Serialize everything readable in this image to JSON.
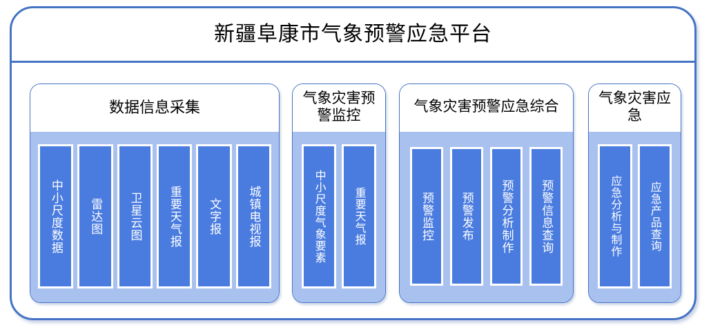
{
  "header": {
    "title": "新疆阜康市气象预警应急平台"
  },
  "panels": [
    {
      "id": "data-collection",
      "title": "数据信息采集",
      "items": [
        {
          "label": "中小尺度数据"
        },
        {
          "label": "雷达图"
        },
        {
          "label": "卫星云图"
        },
        {
          "label": "重要天气报"
        },
        {
          "label": "文字报"
        },
        {
          "label": "城镇电视报"
        }
      ]
    },
    {
      "id": "disaster-warning-monitoring",
      "title": "气象灾害预警监控",
      "items": [
        {
          "label": "中小尺度气象要素"
        },
        {
          "label": "重要天气报"
        }
      ]
    },
    {
      "id": "warning-emergency-integrated",
      "title": "气象灾害预警应急综合",
      "items": [
        {
          "label": "预警监控"
        },
        {
          "label": "预警发布"
        },
        {
          "label": "预警分析制作"
        },
        {
          "label": "预警信息查询"
        }
      ]
    },
    {
      "id": "disaster-emergency",
      "title": "气象灾害应急",
      "items": [
        {
          "label": "应急分析与制作"
        },
        {
          "label": "应急产品查询"
        }
      ]
    }
  ],
  "theme": {
    "frame_border": "#4472c4",
    "panel_body": "#a8c1ef",
    "item_bar": "#4a7ce0",
    "item_text": "#ffffff",
    "title_text": "#000000"
  }
}
